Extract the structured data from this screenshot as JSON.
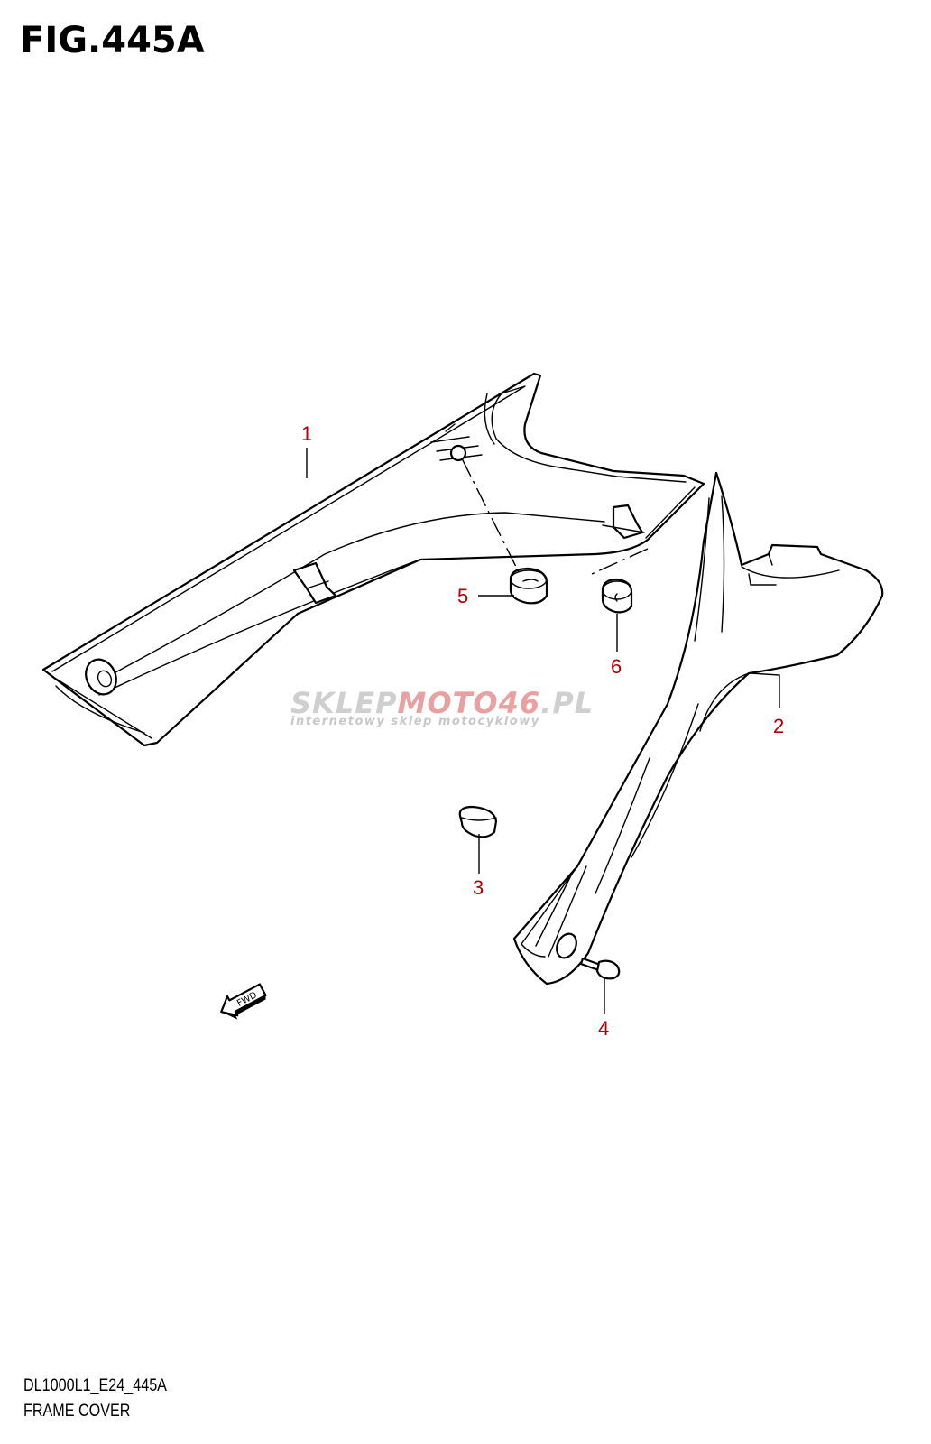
{
  "figure": {
    "title": "FIG.445A",
    "model_code": "DL1000L1_E24_445A",
    "name": "FRAME COVER"
  },
  "callouts": [
    {
      "id": "part-1",
      "label": "1"
    },
    {
      "id": "part-2",
      "label": "2"
    },
    {
      "id": "part-3",
      "label": "3"
    },
    {
      "id": "part-4",
      "label": "4"
    },
    {
      "id": "part-5",
      "label": "5"
    },
    {
      "id": "part-6",
      "label": "6"
    }
  ],
  "direction_arrow": {
    "label": "FWD",
    "icon": "forward-arrow-icon"
  },
  "watermark": {
    "brand_left": "SKLEP",
    "brand_right": "MOTO46",
    "brand_suffix": ".PL",
    "tagline": "internetowy sklep motocyklowy",
    "colors": {
      "gray": "#c8c8c8",
      "red": "#e8a0a0"
    }
  },
  "colors": {
    "callout": "#b00000",
    "line": "#000000"
  }
}
